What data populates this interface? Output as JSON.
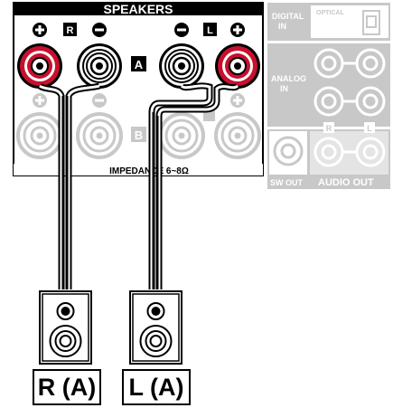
{
  "panel": {
    "title": "SPEAKERS",
    "impedance": "IMPEDANCE 6~8Ω",
    "row_a_label": "A",
    "row_b_label": "B",
    "channel_r": "R",
    "channel_l": "L"
  },
  "side_panel": {
    "digital_in": [
      "DIGITAL",
      "IN"
    ],
    "optical": "OPTICAL",
    "analog_in": [
      "ANALOG",
      "IN"
    ],
    "sw_out": "SW OUT",
    "audio_out": "AUDIO OUT",
    "out_r": "R",
    "out_l": "L"
  },
  "speakers": {
    "right_label": "R (A)",
    "left_label": "L (A)"
  },
  "colors": {
    "red_terminal": "#c8102e",
    "faded": "#c8c8c8",
    "black": "#000000"
  }
}
